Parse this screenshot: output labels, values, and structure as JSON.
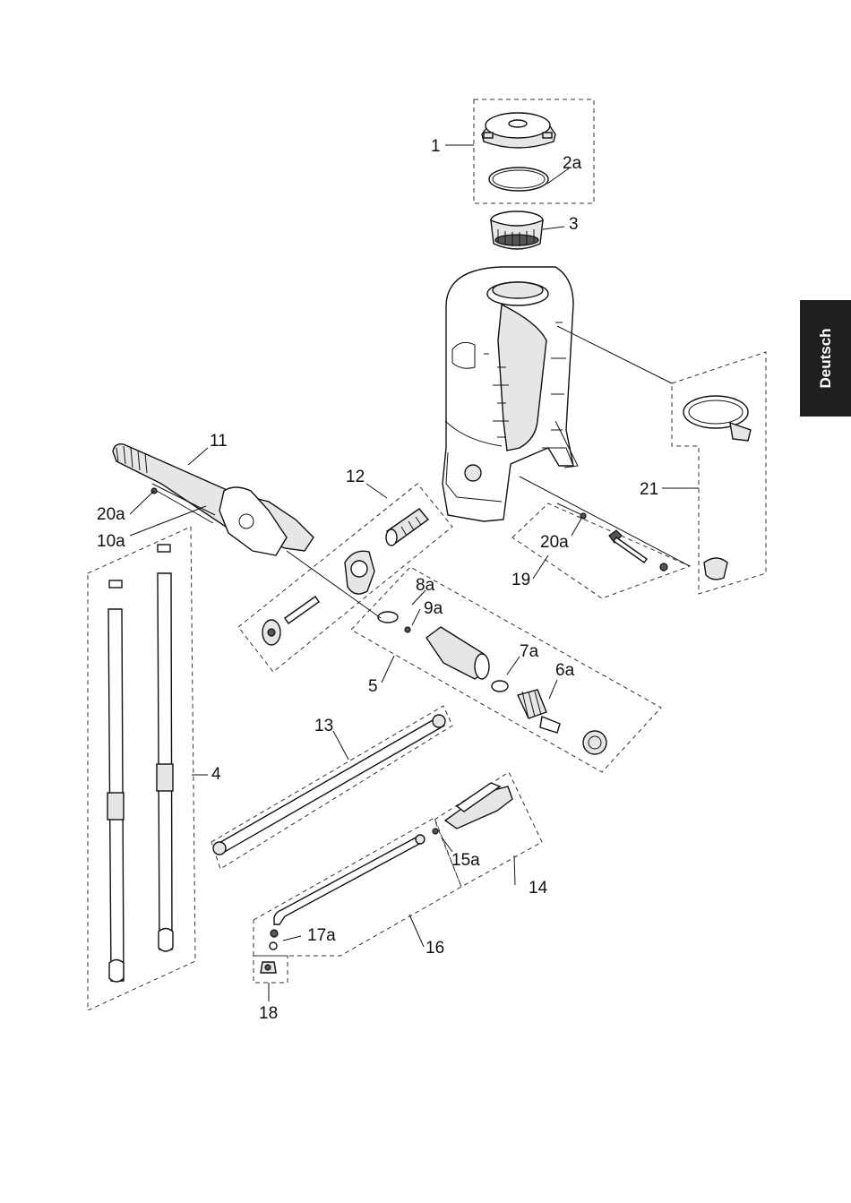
{
  "language_tab": "Deutsch",
  "labels": {
    "p1": "1",
    "p2a": "2a",
    "p3": "3",
    "p4": "4",
    "p5": "5",
    "p6a": "6a",
    "p7a": "7a",
    "p8a": "8a",
    "p9a": "9a",
    "p10a": "10a",
    "p11": "11",
    "p12": "12",
    "p13": "13",
    "p14": "14",
    "p15a": "15a",
    "p16": "16",
    "p17a": "17a",
    "p18": "18",
    "p19": "19",
    "p20a_left": "20a",
    "p20a_right": "20a",
    "p21": "21"
  }
}
